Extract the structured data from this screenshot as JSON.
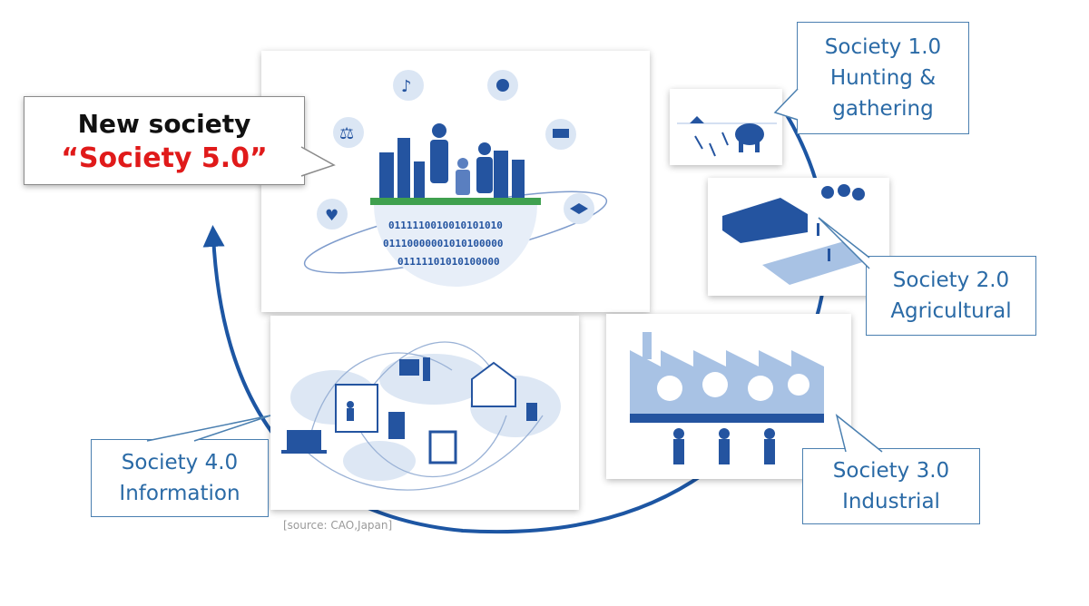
{
  "new_society": {
    "line1": "New society",
    "line2": "“Society 5.0”",
    "line1_color": "#111111",
    "line2_color": "#e01a1a"
  },
  "stages": [
    {
      "id": "society-1",
      "title": "Society 1.0",
      "subtitle_line1": "Hunting &",
      "subtitle_line2": "gathering",
      "icon": "mammoth-hunting-illustration"
    },
    {
      "id": "society-2",
      "title": "Society 2.0",
      "subtitle": "Agricultural",
      "icon": "farm-field-illustration"
    },
    {
      "id": "society-3",
      "title": "Society 3.0",
      "subtitle": "Industrial",
      "icon": "factory-assembly-line-illustration"
    },
    {
      "id": "society-4",
      "title": "Society 4.0",
      "subtitle": "Information",
      "icon": "world-network-devices-illustration"
    }
  ],
  "society5_binary_rows": [
    "0111110010010101010",
    "01110000001010100000",
    "01111101010100000"
  ],
  "source": "[source: CAO,Japan]",
  "colors": {
    "label_blue": "#2a6aa6",
    "cycle_arrow": "#1d56a3",
    "illustration_blue": "#2454a0",
    "illustration_light": "#a8c2e4"
  }
}
